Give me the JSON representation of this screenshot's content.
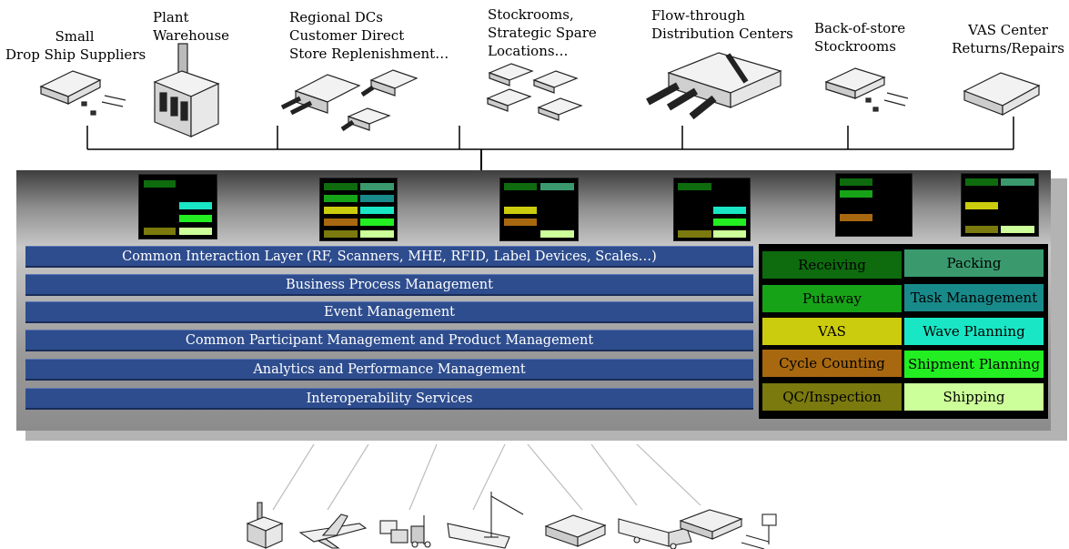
{
  "locations": [
    {
      "id": "small-drop-ship",
      "lines": [
        "Small",
        "Drop Ship Suppliers"
      ]
    },
    {
      "id": "plant-warehouse",
      "lines": [
        "Plant",
        "Warehouse"
      ]
    },
    {
      "id": "regional-dcs",
      "lines": [
        "Regional DCs",
        "Customer Direct",
        "Store Replenishment…"
      ]
    },
    {
      "id": "stockrooms",
      "lines": [
        "Stockrooms,",
        "Strategic Spare",
        "Locations…"
      ]
    },
    {
      "id": "flow-through",
      "lines": [
        "Flow-through",
        "Distribution Centers"
      ]
    },
    {
      "id": "back-of-store",
      "lines": [
        "Back-of-store",
        "Stockrooms"
      ]
    },
    {
      "id": "vas-center",
      "lines": [
        "VAS Center",
        "Returns/Repairs"
      ]
    }
  ],
  "layers": [
    "Common Interaction Layer (RF, Scanners, MHE, RFID, Label Devices, Scales…)",
    "Business Process Management",
    "Event Management",
    "Common Participant Management and Product Management",
    "Analytics and Performance Management",
    "Interoperability Services"
  ],
  "modules": [
    {
      "label": "Receiving",
      "color": "#0e6b0e"
    },
    {
      "label": "Packing",
      "color": "#3a9a6e"
    },
    {
      "label": "Putaway",
      "color": "#17a317"
    },
    {
      "label": "Task Management",
      "color": "#188a8a"
    },
    {
      "label": "VAS",
      "color": "#cccc0e"
    },
    {
      "label": "Wave Planning",
      "color": "#19e6c4"
    },
    {
      "label": "Cycle Counting",
      "color": "#a86810"
    },
    {
      "label": "Shipment Planning",
      "color": "#22ee22"
    },
    {
      "label": "QC/Inspection",
      "color": "#7a7a0e"
    },
    {
      "label": "Shipping",
      "color": "#ccff99"
    }
  ]
}
